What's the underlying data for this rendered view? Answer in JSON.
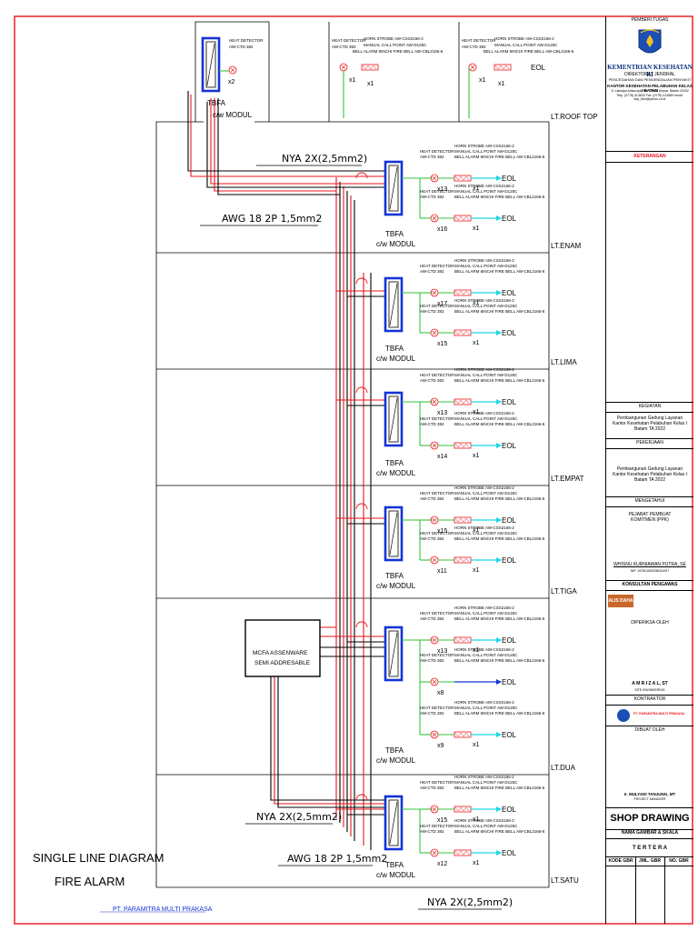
{
  "colors": {
    "red": "#e8141b",
    "green": "#34c43a",
    "cyan": "#1ed6e8",
    "blue": "#1433d6",
    "black": "#000000",
    "accent_red": "#e8141b"
  },
  "roof": {
    "tbfa_label": "TBFA",
    "tbfa_sub": "c/w MODUL",
    "tbfa_qty": "x2",
    "hd_title": "HEAT DETECTOR",
    "hd_model": "AW-CTD 382",
    "col2": {
      "lines": [
        "HORN STROBE AW-CSS2166-2",
        "MANUAL CALL POINT AW-D125C",
        "BELL ALARM 6INCHI FIRE BELL AW-CBL2166-6"
      ],
      "qty1": "x1",
      "qty2": "x1",
      "hd_title": "HEAT DETECTOR",
      "hd_model": "AW-CTD 382"
    },
    "col3": {
      "lines": [
        "HORN STROBE AW-CSS2166-2",
        "MANUAL CALL POINT AW-D125C",
        "BELL ALARM 6INCHI FIRE BELL AW-CBL2166-6"
      ],
      "qty1": "x1",
      "qty2": "x1",
      "eol": "EOL",
      "hd_title": "HEAT DETECTOR",
      "hd_model": "AW-CTD 382"
    }
  },
  "cable_labels": {
    "nya_top": "NYA 2X(2,5mm2)",
    "awg_top": "AWG 18 2P 1,5mm2",
    "nya_bottom_left": "NYA 2X(2,5mm2)",
    "awg_bottom": "AWG 18 2P 1,5mm2",
    "nya_bottom_right": "NYA 2X(2,5mm2)"
  },
  "floors": [
    {
      "name": "LT.ROOF TOP"
    },
    {
      "name": "LT.ENAM",
      "r1": {
        "qty": "x13"
      },
      "r2": {
        "qty": "x16"
      }
    },
    {
      "name": "LT.LIMA",
      "r1": {
        "qty": "x17"
      },
      "r2": {
        "qty": "x15"
      }
    },
    {
      "name": "LT.EMPAT",
      "r1": {
        "qty": "x13"
      },
      "r2": {
        "qty": "x14"
      }
    },
    {
      "name": "LT.TIGA",
      "r1": {
        "qty": "x15"
      },
      "r2": {
        "qty": "x11"
      }
    },
    {
      "name": "LT.DUA",
      "r1": {
        "qty": "x13"
      },
      "r2": {
        "qty": "x8"
      },
      "r3": {
        "qty": "x9"
      }
    },
    {
      "name": "LT.SATU",
      "r1": {
        "qty": "x15"
      },
      "r2": {
        "qty": "x12"
      }
    }
  ],
  "common": {
    "tbfa": "TBFA",
    "cw": "c/w MODUL",
    "eol": "EOL",
    "x1": "x1",
    "hd_title": "HEAT DETECTOR",
    "hd_model": "AW-CTD 382",
    "horn": "HORN STROBE AW-CSS2166-2",
    "mcp": "MANUAL CALL POINT AW-D125C",
    "bell": "BELL ALARM 6INCHI FIRE BELL AW-CBL2166-6"
  },
  "mcfa": {
    "line1": "MCFA ASSENWARE",
    "line2": "SEMI ADDRESABLE"
  },
  "diagram_title": {
    "line1": "SINGLE LINE DIAGRAM",
    "line2": "FIRE ALARM"
  },
  "company_footer": "PT. PARAMITRA MULTI PRAKASA",
  "title_block": {
    "pemberi_tugas": "PEMBERI TUGAS",
    "ministry": "KEMENTRIAN KESEHATAN RI",
    "directorate": "DIREKTORAT JENDRAL",
    "directorate2": "PENCEGAHAN DAN PENGENDALIAN PENYAKIT",
    "office": "KANTOR KESEHATAN PELABUHAN KELAS I BATAM",
    "address": "Jl. Laksdya Adisucipto No. 1 Batu Ampar, Batam 29432",
    "phone": "Telp. (0778) 413632 Fax. (0778) 413689 email: kkp_btm@yahoo.co.id",
    "keterangan": "KETERANGAN",
    "kegiatan": "KEGIATAN",
    "kegiatan_text": "Pembangunan Gedung Layanan Kantor Kesehatan Pelabuhan Kelas I Batam TA 2022",
    "pekerjaan": "PEKERJAAN",
    "pekerjaan_text": "Pembangunan Gedung Layanan Kantor Kesehatan Pelabuhan Kelas I Batam TA 2022",
    "mengetahui": "MENGETAHUI",
    "ppk": "PEJABAT PEMBUAT KOMITMEN (PPK)",
    "ppk_name": "WHISNU KURNIAWAN PUTRA, SE",
    "ppk_nip": "NIP. 197810052006041007",
    "konsultan": "KONSULTAN PENGAWAS",
    "konsultan_logo": "ALIS DAHA",
    "diperiksa": "DIPERIKSA OLEH",
    "amrizal": "A M R I Z A L, ST",
    "amrizal_role": "SITE ENGINEERING",
    "kontraktor": "KONTRAKTOR",
    "kontraktor_logo": "PT. PARAMITRA MULTI PRAKASA",
    "dibuat": "DIBUAT OLEH",
    "pm_name": "Ir. MULYADI TANJUNG, MT",
    "pm_role": "PROJECT MANAGER",
    "shop_drawing": "SHOP DRAWING",
    "nama_gambar": "NAMA GAMBAR & SKALA",
    "tertera": "T E R T E R A",
    "kode": "KODE GBR",
    "jml": "JML. GBR",
    "no": "NO. GBR"
  }
}
